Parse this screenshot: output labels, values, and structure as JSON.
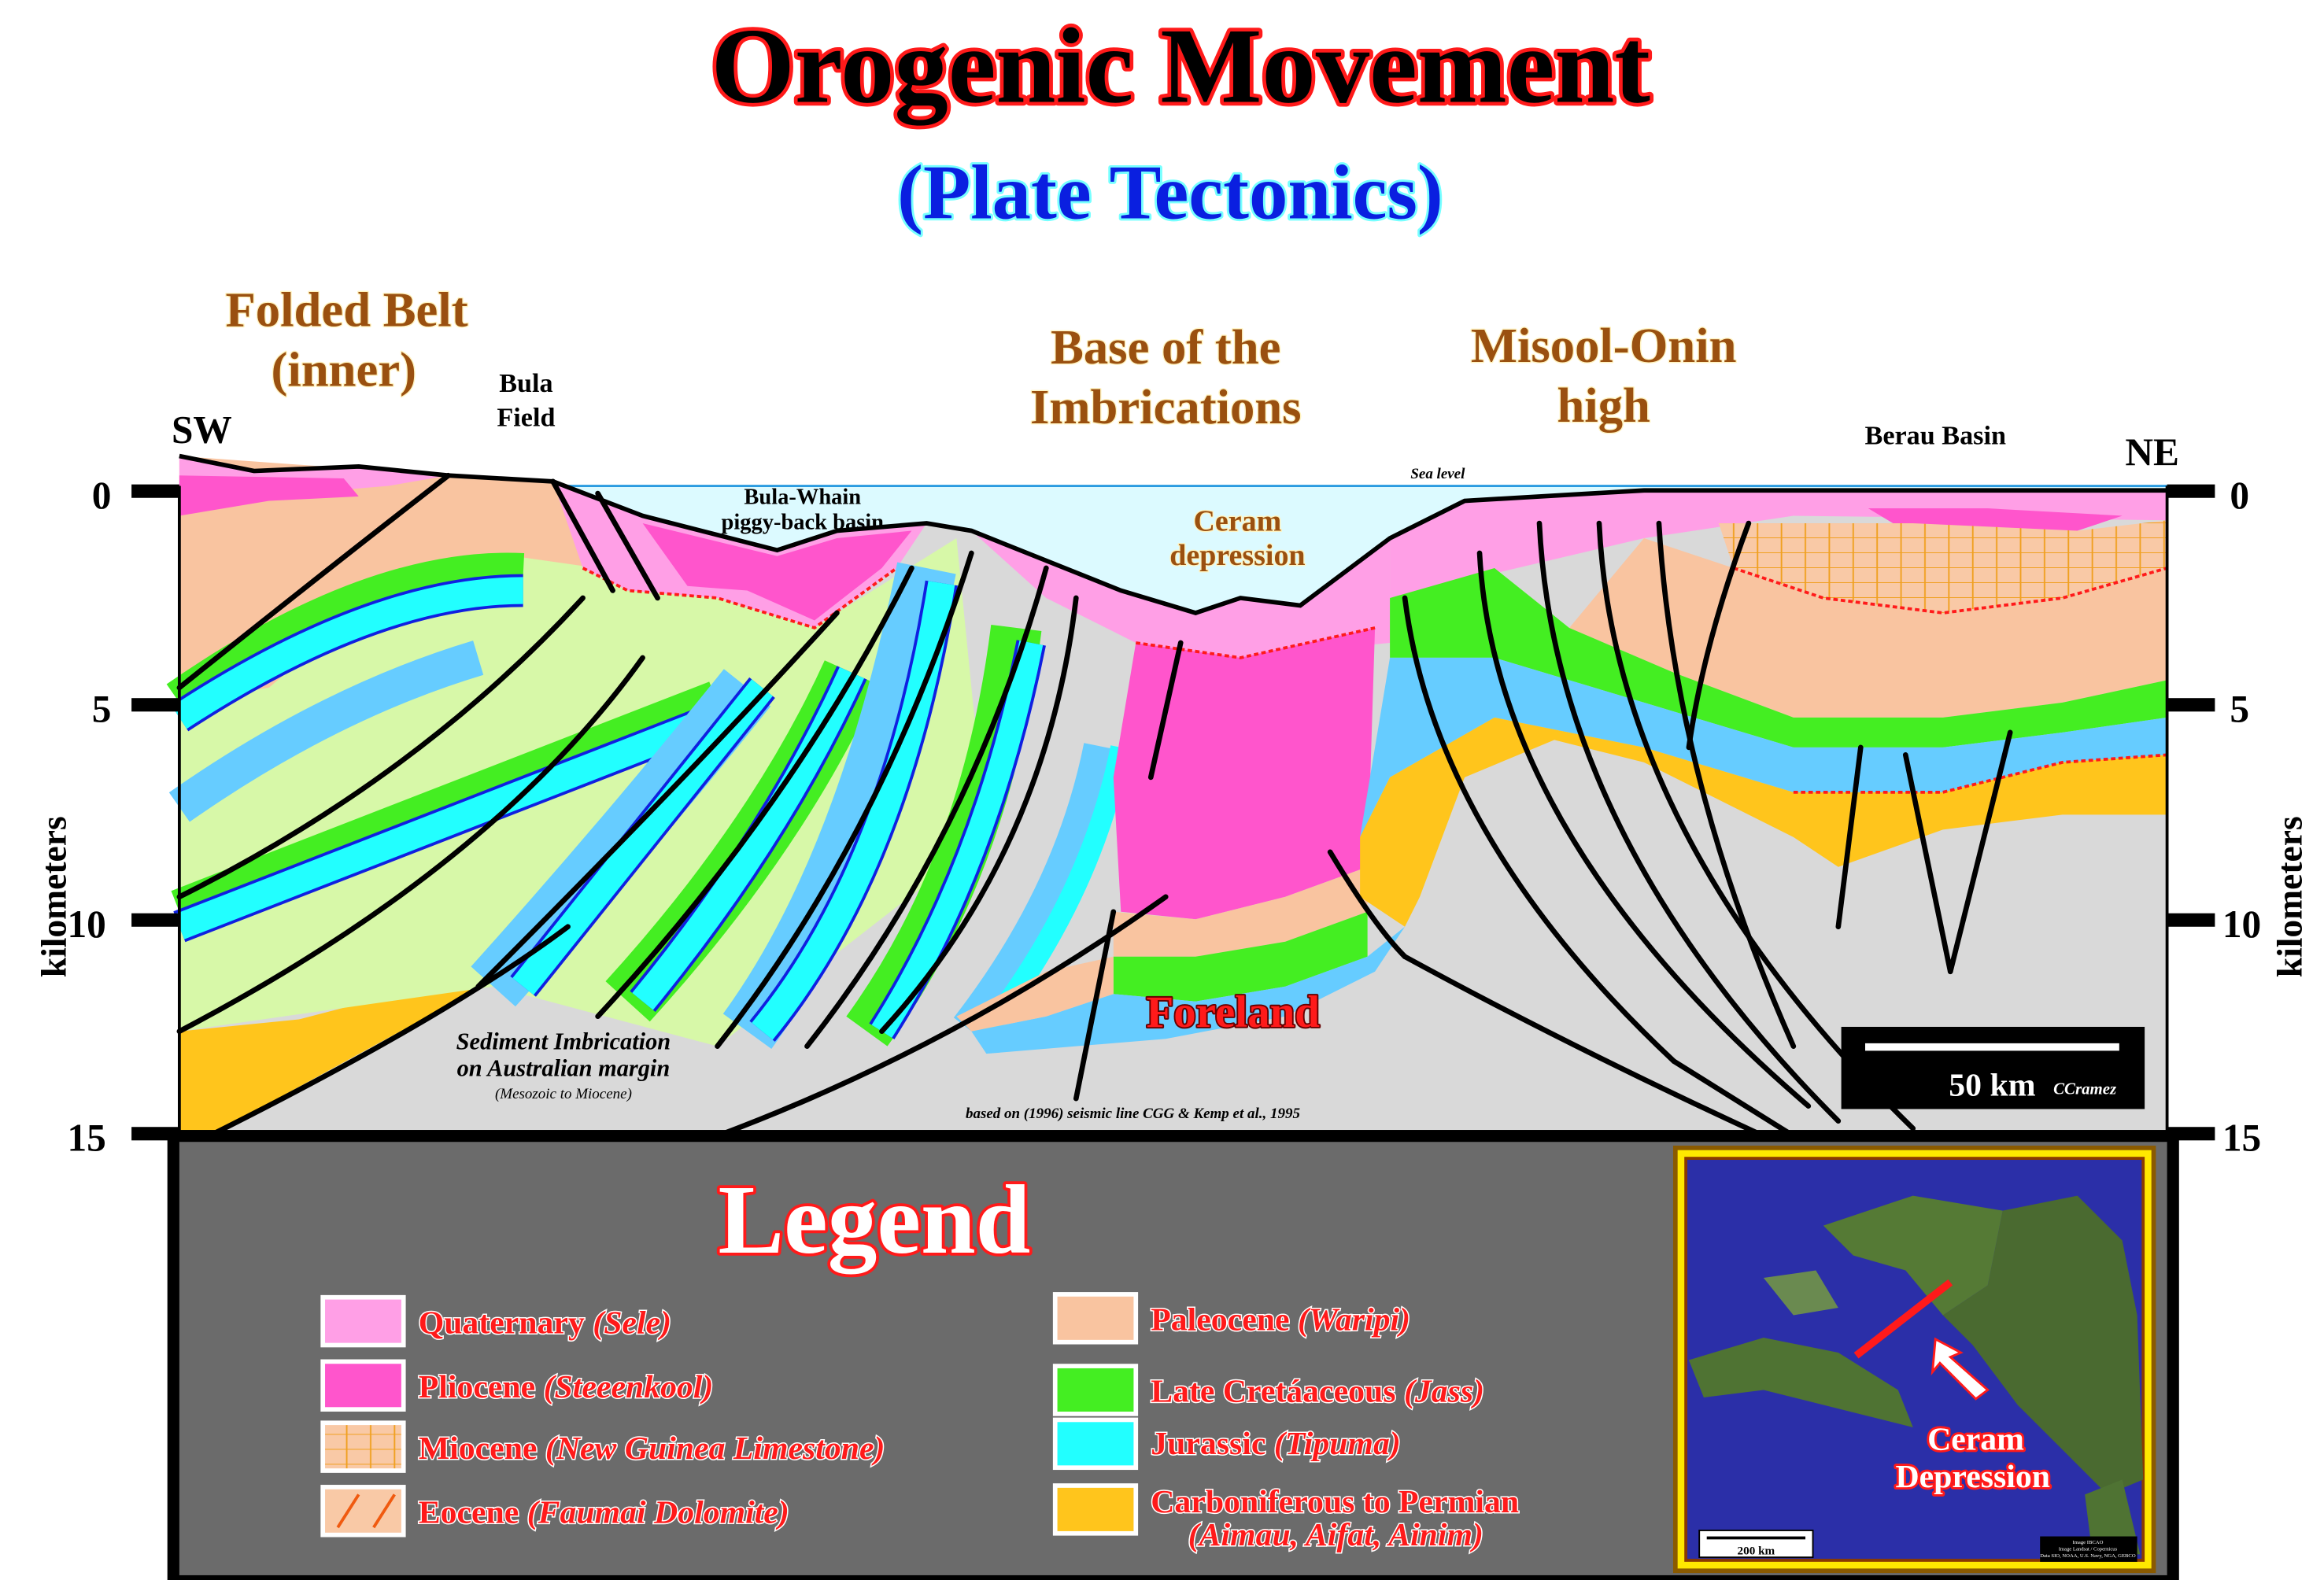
{
  "title": "Orogenic Movement",
  "subtitle": "(Plate Tectonics)",
  "section": {
    "left_end": "SW",
    "right_end": "NE",
    "axis_label": "kilometers",
    "depth_ticks": [
      "0",
      "5",
      "10",
      "15"
    ],
    "sea_level": "Sea level",
    "labels": {
      "folded_belt_1": "Folded Belt",
      "folded_belt_2": "(inner)",
      "bula_1": "Bula",
      "bula_2": "Field",
      "bula_whain_1": "Bula-Whain",
      "bula_whain_2": "piggy-back basin",
      "base_imbr_1": "Base of the",
      "base_imbr_2": "Imbrications",
      "ceram_1": "Ceram",
      "ceram_2": "depression",
      "misool_1": "Misool-Onin",
      "misool_2": "high",
      "berau": "Berau Basin",
      "foreland": "Foreland",
      "sediment_1": "Sediment Imbrication",
      "sediment_2": "on Australian margin",
      "sediment_3": "(Mesozoic to Miocene)"
    },
    "credit": "based on  (1996) seismic line CGG & Kemp et al., 1995",
    "scale_bar": {
      "label": "50 km",
      "author": "CCramez"
    }
  },
  "legend": {
    "title": "Legend",
    "items": [
      {
        "name": "Quaternary",
        "formation": "(Sele)",
        "color": "#ff9fe6"
      },
      {
        "name": "Pliocene",
        "formation": "(Steeenkool)",
        "color": "#ff55cc"
      },
      {
        "name": "Miocene",
        "formation": "(New Guinea Limestone)",
        "color": "#f9c9a6"
      },
      {
        "name": "Eocene",
        "formation": "(Faumai Dolomite)",
        "color": "#f9c9a6"
      },
      {
        "name": "Paleocene",
        "formation": "(Waripi)",
        "color": "#f9c4a0"
      },
      {
        "name": "Late Cretáaceous",
        "formation": "(Jass)",
        "color": "#44ee22"
      },
      {
        "name": "Jurassic",
        "formation": "(Tipuma)",
        "color": "#22ffff"
      },
      {
        "name": "Carboniferous to  Permian",
        "formation": "(Aimau, Aifat, Ainim)",
        "color": "#ffc51c"
      }
    ]
  },
  "inset_map": {
    "label_1": "Ceram",
    "label_2": "Depression",
    "scale": "200 km",
    "attribution_1": "Image IBCAO",
    "attribution_2": "Image Landsat / Copernicus",
    "attribution_3": "Data SIO, NOAA, U.S. Navy, NGA, GEBCO"
  }
}
